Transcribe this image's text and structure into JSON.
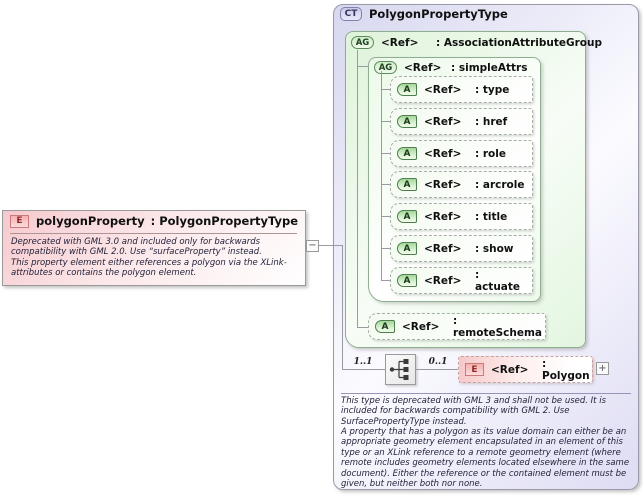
{
  "element": {
    "name": "polygonProperty",
    "type_label": ": PolygonPropertyType",
    "annotation": "Deprecated with GML 3.0 and included only for backwards compatibility with GML 2.0. Use “surfaceProperty” instead.\nThis property element either references a polygon via the XLink-attributes or contains the polygon element."
  },
  "ct": {
    "title": "PolygonPropertyType",
    "ag": {
      "ref": "<Ref>",
      "name": ": AssociationAttributeGroup"
    },
    "sa": {
      "ref": "<Ref>",
      "name": ": simpleAttrs"
    },
    "attrs": [
      {
        "ref": "<Ref>",
        "name": ": type"
      },
      {
        "ref": "<Ref>",
        "name": ": href"
      },
      {
        "ref": "<Ref>",
        "name": ": role"
      },
      {
        "ref": "<Ref>",
        "name": ": arcrole"
      },
      {
        "ref": "<Ref>",
        "name": ": title"
      },
      {
        "ref": "<Ref>",
        "name": ": show"
      },
      {
        "ref": "<Ref>",
        "name": ": actuate"
      }
    ],
    "remote": {
      "ref": "<Ref>",
      "name": ": remoteSchema"
    },
    "seq_cardinality": "1..1",
    "poly_cardinality": "0..1",
    "poly": {
      "ref": "<Ref>",
      "name": ": Polygon"
    },
    "annotation": "This type is deprecated with GML 3 and shall not be used. It is included for backwards compatibility with GML 2. Use SurfacePropertyType instead.\nA property that has a polygon as its value domain can either be an appropriate geometry element encapsulated in an element of this type or an XLink reference to a remote geometry element (where remote includes geometry elements located elsewhere in the same document). Either the reference or the contained element must be given, but neither both nor none."
  },
  "icons": {
    "element": "E",
    "complex_type": "CT",
    "attribute_group": "AG",
    "attribute": "A",
    "collapse": "−",
    "expand": "+"
  },
  "colors": {
    "element_pink": "#f6c9cd",
    "type_lavender": "#d8d8f1",
    "group_green": "#def4da",
    "border_gray": "#9a9a9a"
  }
}
